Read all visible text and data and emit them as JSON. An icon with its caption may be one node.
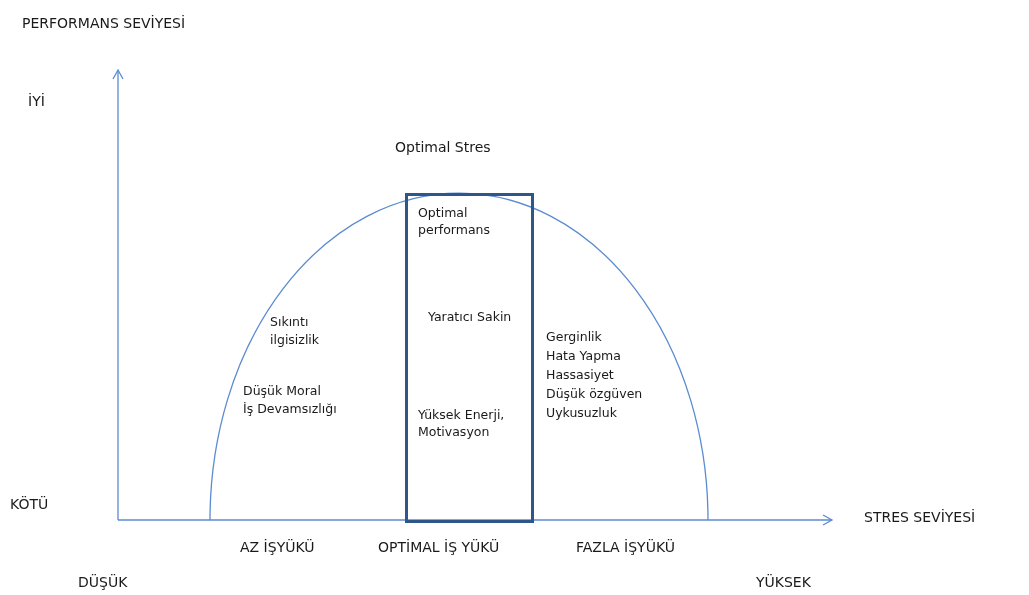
{
  "diagram": {
    "nodes": [
      {
        "text": [
          "Optimal performans",
          "Yaratıcı Sakin",
          "Yüksek Enerji, Motivasyon"
        ]
      }
    ],
    "labels": [
      "PERFORMANS SEVİYESİ",
      "İYİ",
      "Optimal Stres",
      "Sıkıntı",
      "ilgisizlik",
      "Düşük Moral",
      "İş Devamsızlığı",
      "Gerginlik",
      "Hata Yapma",
      "Hassasiyet",
      "Düşük özgüven",
      "Uykusuzluk",
      "KÖTÜ",
      "STRES SEVİYESİ",
      "AZ İŞYÜKÜ",
      "OPTİMAL İŞ YÜKÜ",
      "FAZLA İŞYÜKÜ",
      "DÜŞÜK",
      "YÜKSEK"
    ]
  }
}
